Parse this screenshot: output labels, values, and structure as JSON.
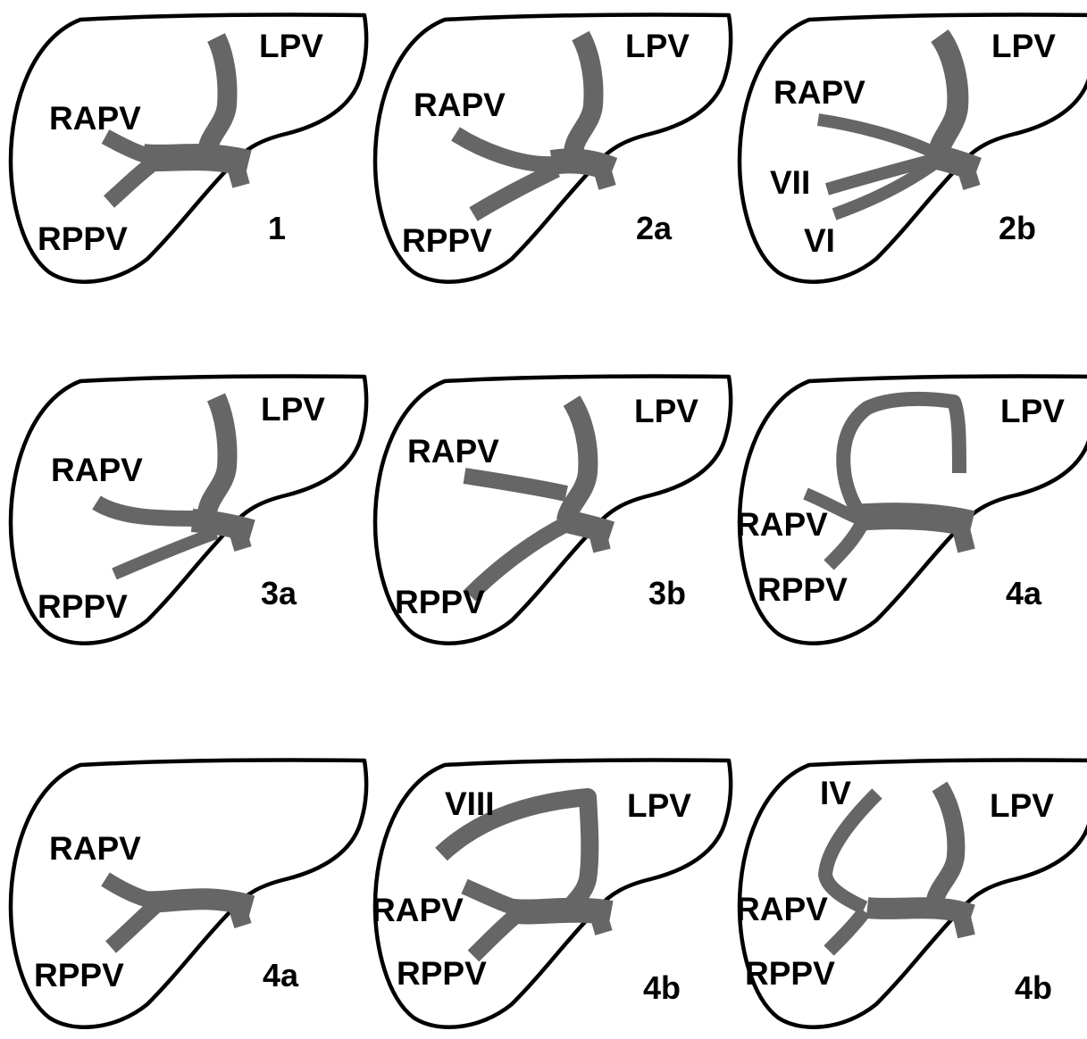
{
  "colors": {
    "outline": "#000000",
    "vessel": "#666666",
    "background": "#ffffff"
  },
  "panels": [
    {
      "type": "1",
      "labels": {
        "lpv": "LPV",
        "rapv": "RAPV",
        "rppv": "RPPV"
      }
    },
    {
      "type": "2a",
      "labels": {
        "lpv": "LPV",
        "rapv": "RAPV",
        "rppv": "RPPV"
      }
    },
    {
      "type": "2b",
      "labels": {
        "lpv": "LPV",
        "rapv": "RAPV",
        "vii": "VII",
        "vi": "VI"
      }
    },
    {
      "type": "3a",
      "labels": {
        "lpv": "LPV",
        "rapv": "RAPV",
        "rppv": "RPPV"
      }
    },
    {
      "type": "3b",
      "labels": {
        "lpv": "LPV",
        "rapv": "RAPV",
        "rppv": "RPPV"
      }
    },
    {
      "type": "4a",
      "labels": {
        "lpv": "LPV",
        "rapv": "RAPV",
        "rppv": "RPPV"
      }
    },
    {
      "type": "4a",
      "labels": {
        "rapv": "RAPV",
        "rppv": "RPPV"
      }
    },
    {
      "type": "4b",
      "labels": {
        "viii": "VIII",
        "lpv": "LPV",
        "rapv": "RAPV",
        "rppv": "RPPV"
      }
    },
    {
      "type": "4b",
      "labels": {
        "iv": "IV",
        "lpv": "LPV",
        "rapv": "RAPV",
        "rppv": "RPPV"
      }
    }
  ]
}
